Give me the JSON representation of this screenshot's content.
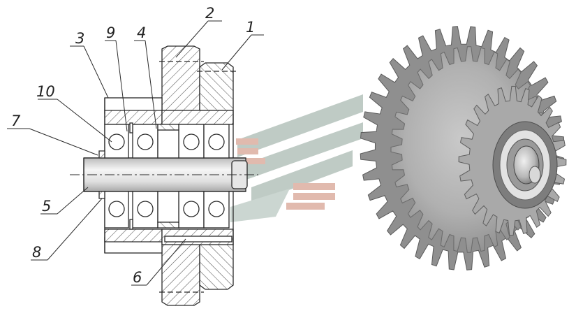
{
  "callouts": [
    {
      "id": "1",
      "label": "1"
    },
    {
      "id": "2",
      "label": "2"
    },
    {
      "id": "3",
      "label": "3"
    },
    {
      "id": "4",
      "label": "4"
    },
    {
      "id": "5",
      "label": "5"
    },
    {
      "id": "6",
      "label": "6"
    },
    {
      "id": "7",
      "label": "7"
    },
    {
      "id": "8",
      "label": "8"
    },
    {
      "id": "9",
      "label": "9"
    },
    {
      "id": "10",
      "label": "10"
    }
  ],
  "colors": {
    "line": "#2a2a2a",
    "hatch": "#555555",
    "shaft_light": "#f2f2f2",
    "shaft_dark": "#bdbdbd",
    "watermark_green": "#a8b8b0",
    "watermark_red": "#d9a79a",
    "gear_light": "#d6d6d6",
    "gear_mid": "#a4a4a4",
    "gear_dark": "#6e6e6e"
  }
}
